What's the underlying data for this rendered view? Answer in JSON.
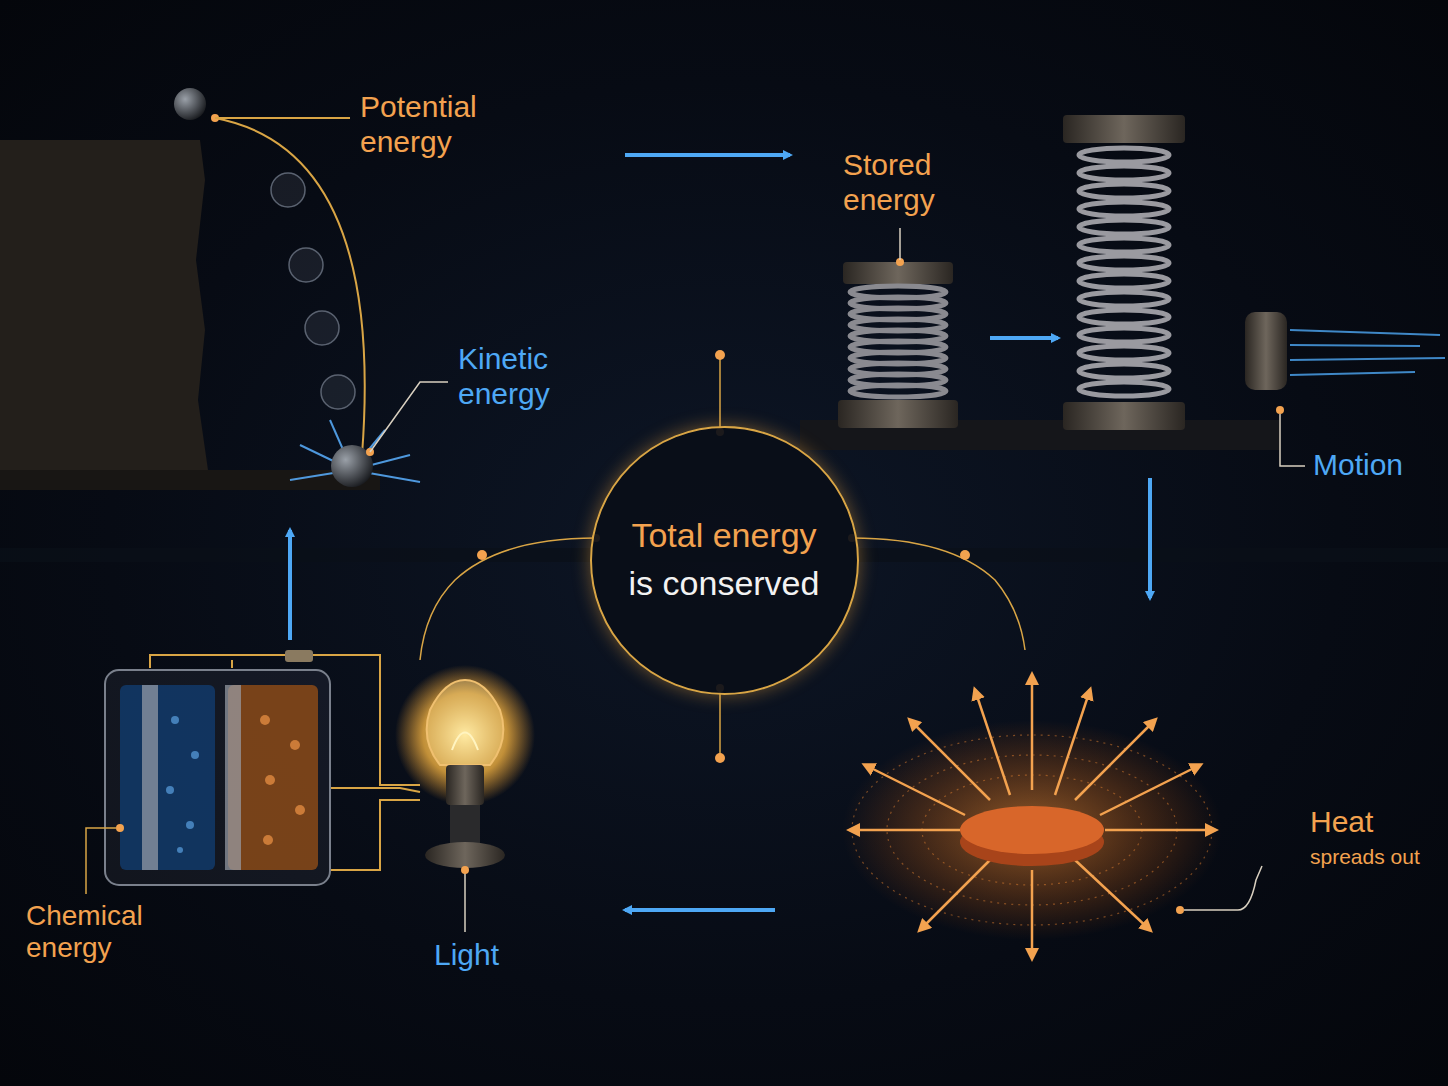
{
  "diagram": {
    "nodes": [
      {
        "text": [
          "Total energy",
          "is conserved"
        ]
      }
    ],
    "labels": [
      "Potential energy",
      "Kinetic energy",
      "Stored energy",
      "Motion",
      "Heat",
      "spreads out",
      "Chemical energy",
      "Light"
    ]
  }
}
